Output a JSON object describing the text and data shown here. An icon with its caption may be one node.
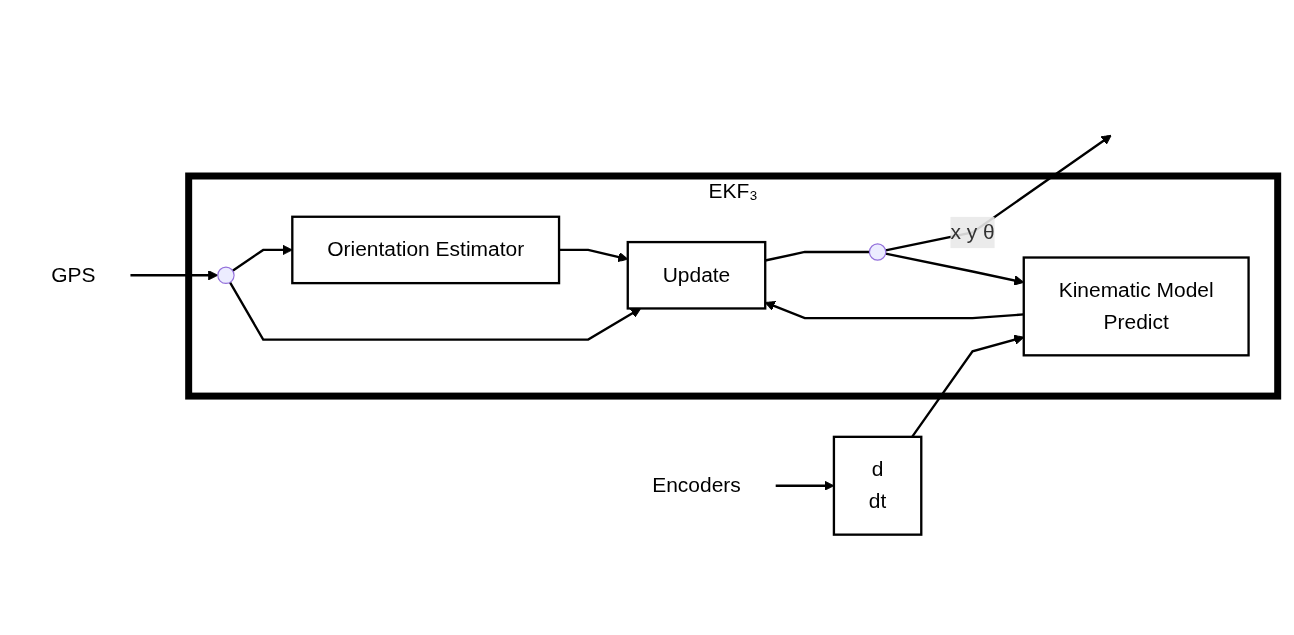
{
  "diagram": {
    "nodes": [
      {
        "text": [
          "EKF₃"
        ]
      },
      {
        "text": [
          "GPS"
        ]
      },
      {
        "text": [
          "Encoders"
        ]
      },
      {
        "text": [
          "d",
          "dt"
        ]
      },
      {
        "text": [
          "Orientation Estimator"
        ],
        "in": 0
      },
      {
        "text": [
          "Kinematic Model",
          "Predict"
        ],
        "in": 0
      },
      {
        "text": [
          "Update"
        ],
        "in": 0
      },
      {
        "text": [],
        "shape": "circle",
        "in": 0
      },
      {
        "text": [],
        "shape": "circle",
        "in": 0
      }
    ],
    "edges": [
      {
        "from": 1,
        "to": 7,
        "arrow": "to"
      },
      {
        "from": 7,
        "to": 4,
        "arrow": "to"
      },
      {
        "from": 7,
        "to": 6,
        "arrow": "to"
      },
      {
        "from": 4,
        "to": 6,
        "arrow": "to"
      },
      {
        "from": 2,
        "to": 3,
        "arrow": "to"
      },
      {
        "from": 3,
        "to": 5,
        "arrow": "to"
      },
      {
        "from": 5,
        "to": 6,
        "arrow": "to"
      },
      {
        "from": 6,
        "to": 8,
        "arrow": "none"
      },
      {
        "from": 8,
        "to": null,
        "arrow": "to",
        "label": "x y θ"
      },
      {
        "from": 8,
        "to": 5,
        "arrow": "to"
      }
    ]
  }
}
